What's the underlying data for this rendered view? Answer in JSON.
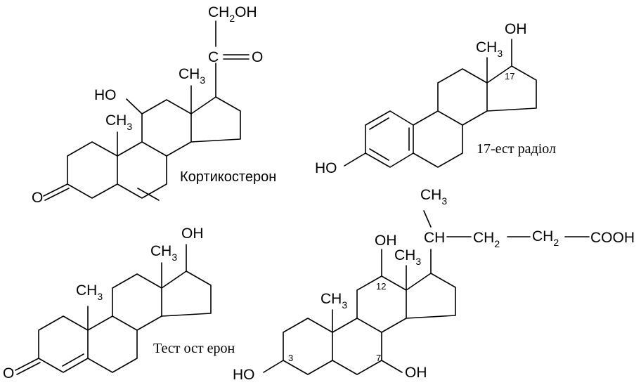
{
  "corticosterone": {
    "ch2oh": "CH",
    "ch2oh_sub": "2",
    "ch2oh_tail": "OH",
    "carbonyl_c": "C",
    "carbonyl_o": "O",
    "ho": "HO",
    "ch3_a": "CH",
    "ch3_a_sub": "3",
    "ch3_b": "CH",
    "ch3_b_sub": "3",
    "keto_o": "O",
    "name": "Кортикостерон"
  },
  "estradiol": {
    "oh": "OH",
    "ch3": "CH",
    "ch3_sub": "3",
    "num17": "17",
    "ho": "HO",
    "name": "17-ест радіол"
  },
  "testosterone": {
    "oh": "OH",
    "ch3_a": "CH",
    "ch3_a_sub": "3",
    "ch3_b": "CH",
    "ch3_b_sub": "3",
    "keto_o": "O",
    "name": "Тест ост ерон"
  },
  "cholic_acid": {
    "ch3_top": "CH",
    "ch3_top_sub": "3",
    "ch": "CH",
    "ch2_a": "CH",
    "ch2_a_sub": "2",
    "ch2_b": "CH",
    "ch2_b_sub": "2",
    "cooh": "COOH",
    "oh12": "OH",
    "num12": "12",
    "ch3_a": "CH",
    "ch3_a_sub": "3",
    "ch3_b": "CH",
    "ch3_b_sub": "3",
    "num3": "3",
    "num7": "7",
    "ho": "HO",
    "oh7": "OH"
  }
}
